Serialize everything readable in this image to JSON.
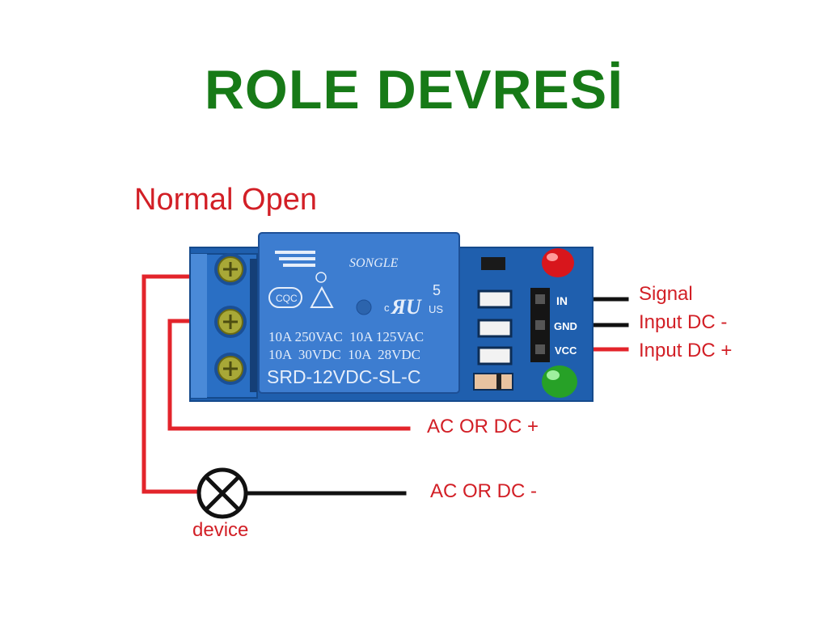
{
  "title": "ROLE DEVRESİ",
  "labels": {
    "normal_open": "Normal Open",
    "signal": "Signal",
    "input_dc_minus": "Input DC -",
    "input_dc_plus": "Input DC +",
    "ac_dc_plus": "AC OR DC +",
    "ac_dc_minus": "AC OR DC -",
    "device": "device"
  },
  "relay": {
    "brand": "SONGLE",
    "rating_1": "10A 250VAC  10A 125VAC",
    "rating_2": "10A  30VDC  10A  28VDC",
    "model": "SRD-12VDC-SL-C",
    "cqc": "CQC",
    "number": "5",
    "us": "US"
  },
  "pins": [
    "IN",
    "GND",
    "VCC"
  ],
  "colors": {
    "title": "#177a17",
    "wire_red": "#e3242b",
    "wire_black": "#111111",
    "label_red": "#d21f26",
    "board": "#1f5fae",
    "relay": "#3d7dd0"
  }
}
